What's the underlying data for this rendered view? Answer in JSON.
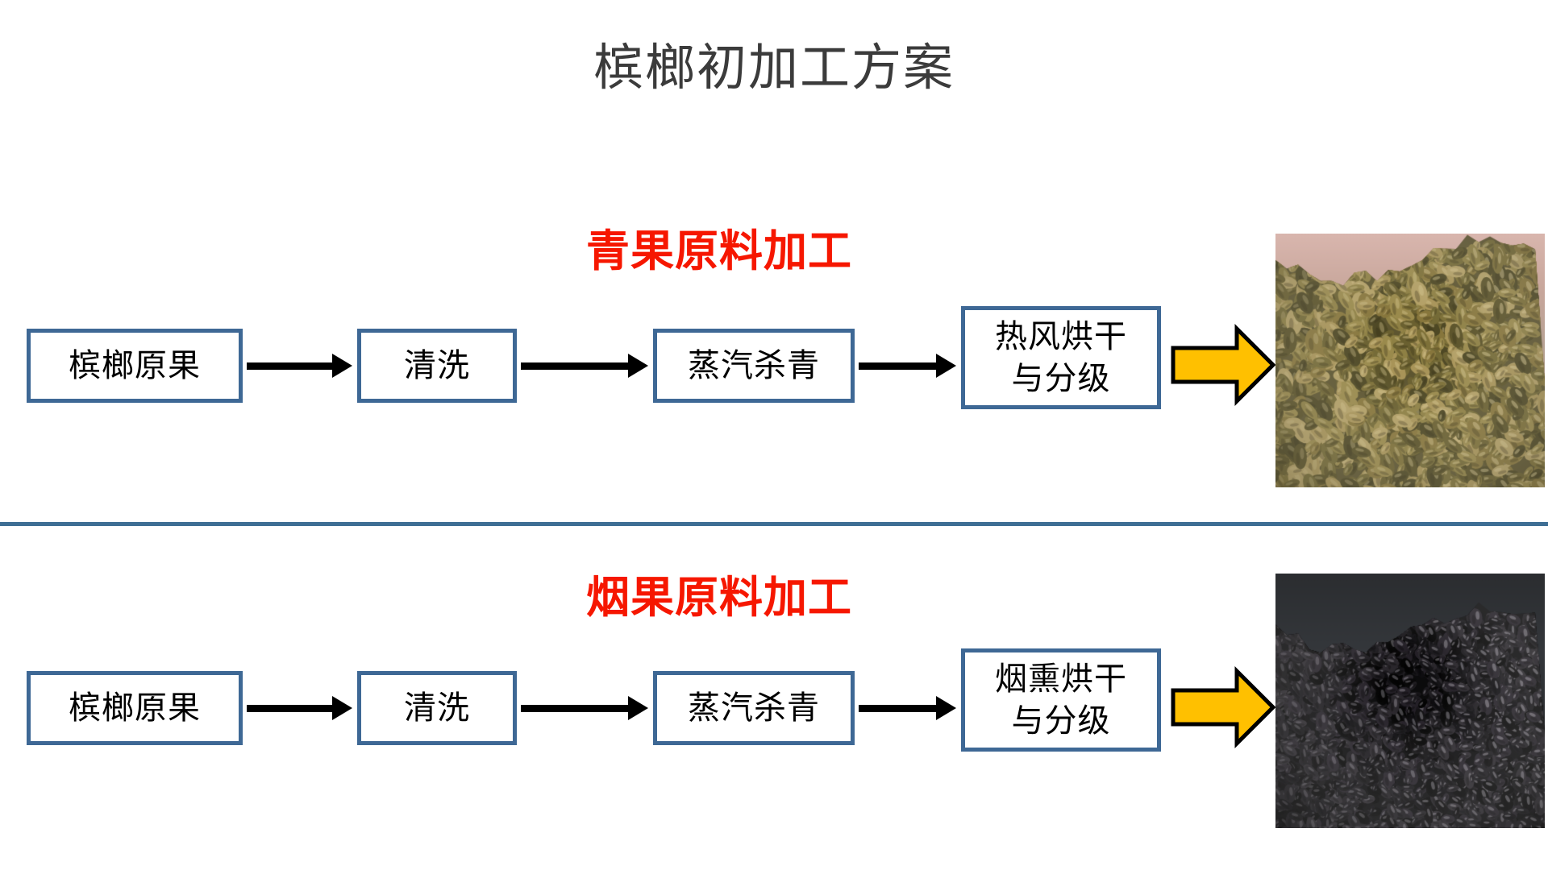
{
  "slide": {
    "title": "槟榔初加工方案",
    "title_color": "#3b3b3b",
    "background_color": "#ffffff"
  },
  "theme": {
    "box_border_color": "#3e6895",
    "divider_color": "#3e6e94",
    "header_text_color": "#f61700",
    "block_arrow_fill": "#ffc000",
    "block_arrow_outline": "#000000",
    "connector_color": "#000000"
  },
  "sections": [
    {
      "id": "green",
      "header": "青果原料加工",
      "steps": [
        {
          "label": "槟榔原果"
        },
        {
          "label": "清洗"
        },
        {
          "label": "蒸汽杀青"
        },
        {
          "label": "热风烘干\n与分级"
        }
      ],
      "result_photo": {
        "name": "dried-green-areca-nuts-photo",
        "description": "一堆青褐色烘干槟榔果"
      }
    },
    {
      "id": "smoked",
      "header": "烟果原料加工",
      "steps": [
        {
          "label": "槟榔原果"
        },
        {
          "label": "清洗"
        },
        {
          "label": "蒸汽杀青"
        },
        {
          "label": "烟熏烘干\n与分级"
        }
      ],
      "result_photo": {
        "name": "smoked-black-areca-nuts-photo",
        "description": "一堆黑色烟熏槟榔果"
      }
    }
  ]
}
